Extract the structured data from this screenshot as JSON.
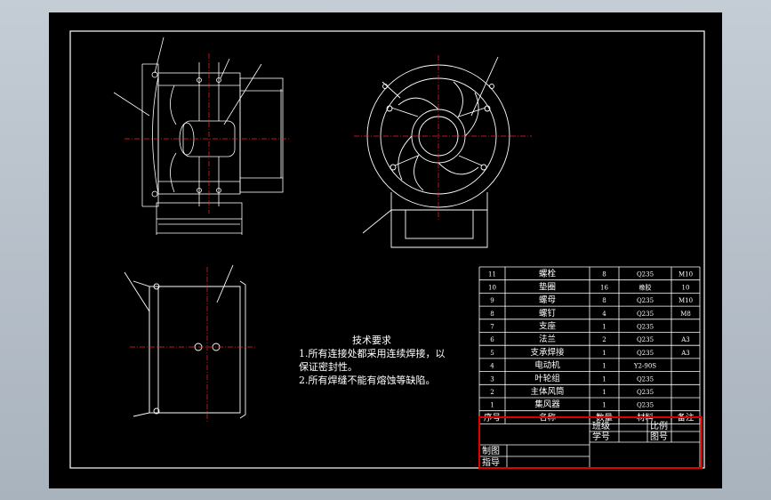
{
  "tech_requirements": {
    "title": "技术要求",
    "line1": "1.所有连接处都采用连续焊接，以",
    "line2": "保证密封性。",
    "line3": "2.所有焊缝不能有熔蚀等缺陷。"
  },
  "bom": {
    "rows": [
      {
        "no": "11",
        "name": "螺栓",
        "qty": "8",
        "material": "Q235",
        "remark": "M10"
      },
      {
        "no": "10",
        "name": "垫圈",
        "qty": "16",
        "material": "橡胶",
        "remark": "10"
      },
      {
        "no": "9",
        "name": "螺母",
        "qty": "8",
        "material": "Q235",
        "remark": "M10"
      },
      {
        "no": "8",
        "name": "螺钉",
        "qty": "4",
        "material": "Q235",
        "remark": "M8"
      },
      {
        "no": "7",
        "name": "支座",
        "qty": "1",
        "material": "Q235",
        "remark": ""
      },
      {
        "no": "6",
        "name": "法兰",
        "qty": "2",
        "material": "Q235",
        "remark": "A3"
      },
      {
        "no": "5",
        "name": "支承焊接",
        "qty": "1",
        "material": "Q235",
        "remark": "A3"
      },
      {
        "no": "4",
        "name": "电动机",
        "qty": "1",
        "material": "Y2-90S",
        "remark": ""
      },
      {
        "no": "3",
        "name": "叶轮组",
        "qty": "1",
        "material": "Q235",
        "remark": ""
      },
      {
        "no": "2",
        "name": "主体风筒",
        "qty": "1",
        "material": "Q235",
        "remark": ""
      },
      {
        "no": "1",
        "name": "集风器",
        "qty": "1",
        "material": "Q235",
        "remark": ""
      }
    ],
    "header": {
      "no": "序号",
      "name": "名称",
      "qty": "数量",
      "material": "材料",
      "remark": "备注"
    }
  },
  "title_block": {
    "class_label": "班级",
    "scale_label": "比例",
    "student_label": "学号",
    "drawing_no_label": "图号",
    "drawn_label": "制图",
    "guide_label": "指导"
  },
  "colors": {
    "sheet": "#000000",
    "line": "#ffffff",
    "center_line": "#ff2020",
    "accent_frame": "#e00000",
    "background": "#b4bec8"
  }
}
